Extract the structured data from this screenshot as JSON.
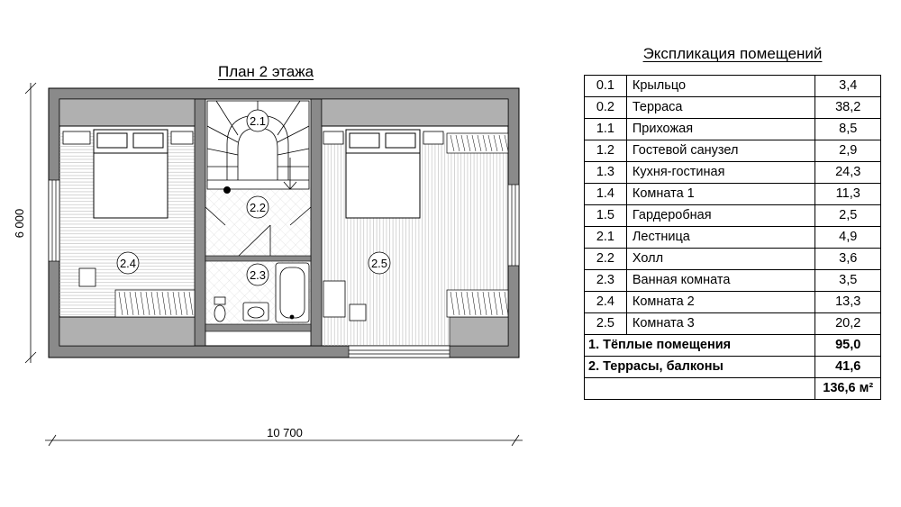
{
  "plan": {
    "title": "План 2 этажа",
    "dim_width": "10 700",
    "dim_height": "6 000",
    "room_labels": [
      "2.1",
      "2.2",
      "2.3",
      "2.4",
      "2.5"
    ]
  },
  "explication": {
    "title": "Экспликация помещений",
    "rows": [
      {
        "num": "0.1",
        "name": "Крыльцо",
        "area": "3,4"
      },
      {
        "num": "0.2",
        "name": "Терраса",
        "area": "38,2"
      },
      {
        "num": "1.1",
        "name": "Прихожая",
        "area": "8,5"
      },
      {
        "num": "1.2",
        "name": "Гостевой санузел",
        "area": "2,9"
      },
      {
        "num": "1.3",
        "name": "Кухня-гостиная",
        "area": "24,3"
      },
      {
        "num": "1.4",
        "name": "Комната 1",
        "area": "11,3"
      },
      {
        "num": "1.5",
        "name": "Гардеробная",
        "area": "2,5"
      },
      {
        "num": "2.1",
        "name": "Лестница",
        "area": "4,9"
      },
      {
        "num": "2.2",
        "name": "Холл",
        "area": "3,6"
      },
      {
        "num": "2.3",
        "name": "Ванная комната",
        "area": "3,5"
      },
      {
        "num": "2.4",
        "name": "Комната 2",
        "area": "13,3"
      },
      {
        "num": "2.5",
        "name": "Комната 3",
        "area": "20,2"
      }
    ],
    "totals": [
      {
        "label": "1. Тёплые помещения",
        "area": "95,0"
      },
      {
        "label": "2. Террасы, балконы",
        "area": "41,6"
      }
    ],
    "grand_total": "136,6 м²"
  }
}
